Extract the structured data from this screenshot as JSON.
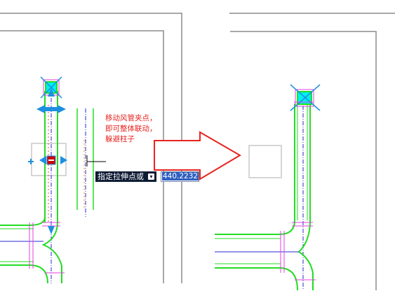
{
  "annotation": {
    "lines": [
      "移动风管夹点，",
      "即可整体联动，",
      "躲避柱子"
    ],
    "color": "#e8231f"
  },
  "command_prompt": {
    "label": "指定拉伸点或",
    "dropdown_icon": "dropdown-icon",
    "value": "440.2232"
  },
  "colors": {
    "duct_green": "#22dd22",
    "wall_gray": "#8c8c8c",
    "centerline_blue": "#2a2ad0",
    "fitting_magenta": "#e040e0",
    "terminal_cyan": "#00f0f0",
    "grip_blue": "#1e8fe0",
    "grip_red": "#cc0000",
    "arrow_red": "#e8231f",
    "column_gray": "#c8c8c8"
  }
}
